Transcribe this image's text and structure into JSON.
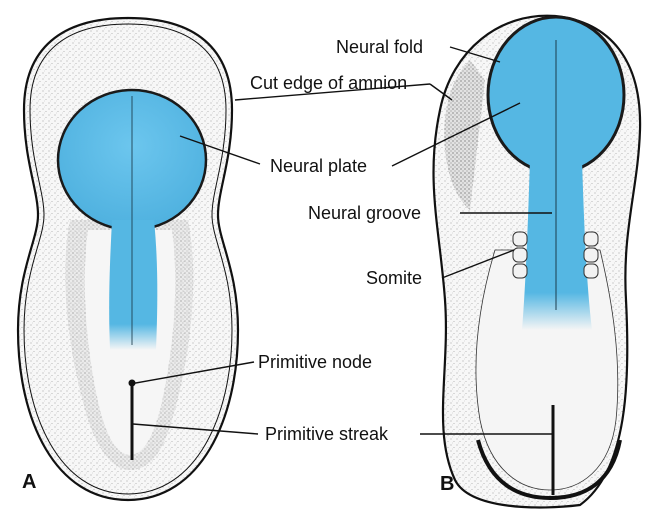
{
  "panels": [
    {
      "id": "A",
      "label": "A"
    },
    {
      "id": "B",
      "label": "B"
    }
  ],
  "labels": {
    "neural_fold": "Neural fold",
    "cut_edge_of_amnion": "Cut edge of amnion",
    "neural_plate": "Neural plate",
    "neural_groove": "Neural groove",
    "somite": "Somite",
    "primitive_node": "Primitive node",
    "primitive_streak": "Primitive streak"
  },
  "colors": {
    "neural_tissue": "#5bbbe6",
    "embryo_fill": "#f4f4f4",
    "outline": "#111111",
    "dark_fold": "#1a1a1a"
  }
}
